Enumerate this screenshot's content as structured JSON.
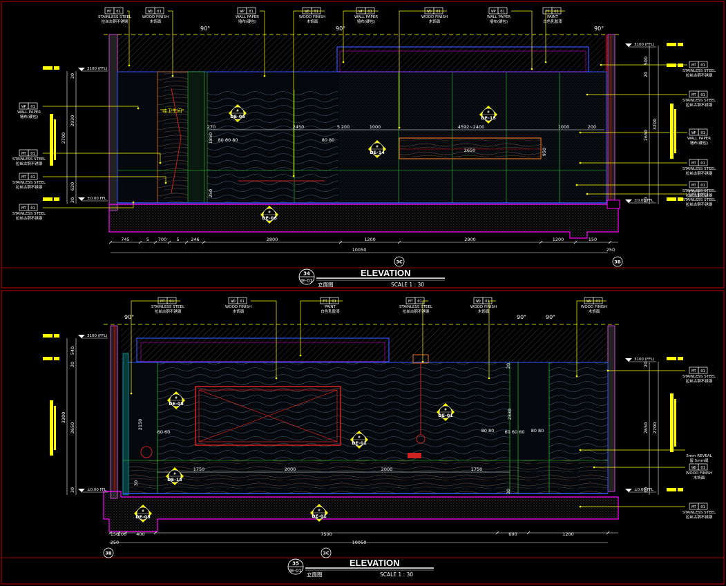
{
  "colors": {
    "background": "#000000",
    "frame": "#cc0000",
    "slab": "#ff00ff",
    "ceiling": "#3355ff",
    "leader": "#ffff00",
    "dim": "#ffffff",
    "wood": "#e07020",
    "green": "#33cc33",
    "cyan": "#00cccc",
    "tag_fill": "#ffff00"
  },
  "drawings": [
    {
      "id": "top",
      "title": "ELEVATION",
      "subtitle": "立面图",
      "scale": "SCALE 1 : 30",
      "ref_num": "34",
      "ref_sheet": "IE-01",
      "axes": [
        "3C",
        "3B"
      ],
      "level_labels": [
        "3100 (FFL)",
        "±0.00 FFL"
      ],
      "top_tags": [
        {
          "code": "MT 01",
          "en": "STAINLESS STEEL",
          "cn": "拉丝古铜不锈钢"
        },
        {
          "code": "WD 01",
          "en": "WOOD FINISH",
          "cn": "木饰面"
        },
        {
          "code": "WP 01",
          "en": "WALL PAPER",
          "cn": "墙布(硬包)"
        },
        {
          "code": "WD 01",
          "en": "WOOD FINISH",
          "cn": "木饰面"
        },
        {
          "code": "WP 01",
          "en": "WALL PAPER",
          "cn": "墙布(硬包)"
        },
        {
          "code": "WD 01",
          "en": "WOOD FINISH",
          "cn": "木饰面"
        },
        {
          "code": "WP 01",
          "en": "WALL PAPER",
          "cn": "墙布(硬包)"
        },
        {
          "code": "PT 01",
          "en": "PAINT",
          "cn": "白色乳胶漆"
        }
      ],
      "left_tags": [
        {
          "code": "WP 01",
          "en": "WALL PAPER",
          "cn": "墙布(硬包)"
        },
        {
          "code": "MT 01",
          "en": "STAINLESS STEEL",
          "cn": "拉丝古铜不锈钢"
        },
        {
          "code": "MT 01",
          "en": "STAINLESS STEEL",
          "cn": "拉丝古铜不锈钢"
        },
        {
          "code": "MT 01",
          "en": "STAINLESS STEEL",
          "cn": "拉丝古铜不锈钢"
        }
      ],
      "right_tags": [
        {
          "code": "MT 01",
          "en": "STAINLESS STEEL",
          "cn": "拉丝古铜不锈钢"
        },
        {
          "code": "MT 01",
          "en": "STAINLESS STEEL",
          "cn": "拉丝古铜不锈钢"
        },
        {
          "code": "WP 01",
          "en": "WALL PAPER",
          "cn": "墙布(硬包)"
        },
        {
          "code": "MT 01",
          "en": "STAINLESS STEEL",
          "cn": "拉丝古铜不锈钢"
        },
        {
          "code": "MT 01",
          "en": "STAINLESS STEEL",
          "cn": "拉丝古铜不锈钢"
        },
        {
          "code": "MT 01",
          "en": "STAINLESS STEEL",
          "cn": "拉丝古铜不锈钢"
        }
      ],
      "details": [
        "DE-06",
        "DE-14",
        "DE-15",
        "DE-08"
      ],
      "bottom_dims": [
        "745",
        "5",
        "700",
        "5",
        "246",
        "2800",
        "1200",
        "2900",
        "1200",
        "150"
      ],
      "overall_dim": "10050",
      "end_dim": "250",
      "left_vdims": [
        "20",
        "2930",
        "2700",
        "620",
        "30"
      ],
      "right_vdims": [
        "500",
        "20",
        "3200",
        "2650",
        "30"
      ],
      "inner_dims": [
        "270",
        "2450",
        "5",
        "200",
        "1000",
        "4592~2400",
        "1000",
        "200",
        "2650",
        "1850",
        "250",
        "950",
        "80 80 80",
        "80 80"
      ],
      "angle": "90°",
      "room_text": "\"哇卫生间\""
    },
    {
      "id": "bottom",
      "title": "ELEVATION",
      "subtitle": "立面图",
      "scale": "SCALE 1 : 30",
      "ref_num": "35",
      "ref_sheet": "IE-01",
      "axes": [
        "3B",
        "3C"
      ],
      "level_labels": [
        "3100 (FFL)",
        "±0.00 FFL"
      ],
      "top_tags": [
        {
          "code": "MT 01",
          "en": "STAINLESS STEEL",
          "cn": "拉丝古铜不锈钢"
        },
        {
          "code": "WD 01",
          "en": "WOOD FINISH",
          "cn": "木饰面"
        },
        {
          "code": "PT 01",
          "en": "PAINT",
          "cn": "白色乳胶漆"
        },
        {
          "code": "MT 01",
          "en": "STAINLESS STEEL",
          "cn": "拉丝古铜不锈钢"
        },
        {
          "code": "WD 01",
          "en": "WOOD FINISH",
          "cn": "木饰面"
        },
        {
          "code": "WD 01",
          "en": "WOOD FINISH",
          "cn": "木饰面"
        }
      ],
      "right_tags": [
        {
          "code": "MT 01",
          "en": "STAINLESS STEEL",
          "cn": "拉丝古铜不锈钢"
        },
        {
          "code": "",
          "en": "5mm REVEAL",
          "cn": "留 5mm缝"
        },
        {
          "code": "WD 01",
          "en": "WOOD FINISH",
          "cn": "木饰面"
        },
        {
          "code": "MT 01",
          "en": "STAINLESS STEEL",
          "cn": "拉丝古铜不锈钢"
        }
      ],
      "details": [
        "DE-08",
        "DE-01",
        "DE-01",
        "DE-15",
        "DE-08",
        "DE-01"
      ],
      "bottom_dims": [
        "150",
        "200",
        "400",
        "7500",
        "600",
        "1200"
      ],
      "overall_dim": "10050",
      "end_dim": "250",
      "left_vdims": [
        "540",
        "20",
        "3200",
        "2650",
        "30"
      ],
      "right_vdims": [
        "20",
        "2650",
        "2700",
        "30"
      ],
      "inner_dims": [
        "1750",
        "2000",
        "2000",
        "1750",
        "2330",
        "2150",
        "60 60",
        "80 80",
        "60 60 60",
        "80 80",
        "30",
        "20",
        "30"
      ],
      "angle": "90°"
    }
  ]
}
